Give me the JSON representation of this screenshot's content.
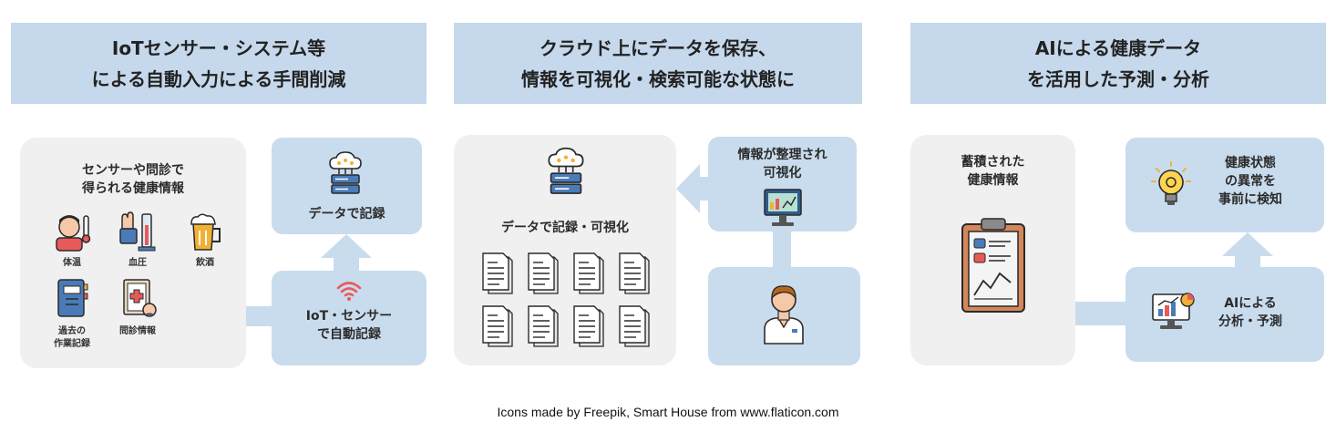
{
  "sections": [
    {
      "header": [
        "IoTセンサー・システム等",
        "による自動入力による手間削減"
      ],
      "sensor_box": {
        "title": [
          "センサーや問診で",
          "得られる健康情報"
        ],
        "items": [
          "体温",
          "血圧",
          "飲酒",
          "過去の",
          "作業記録",
          "問診情報"
        ]
      },
      "record_label": "データで記録",
      "iot_label": [
        "IoT・センサー",
        "で自動記録"
      ]
    },
    {
      "header": [
        "クラウド上にデータを保存、",
        "情報を可視化・検索可能な状態に"
      ],
      "cloud_label": "データで記録・可視化",
      "organized_label": [
        "情報が整理され",
        "可視化"
      ]
    },
    {
      "header": [
        "AIによる健康データ",
        "を活用した予測・分析"
      ],
      "stored_label": [
        "蓄積された",
        "健康情報"
      ],
      "detect_label": [
        "健康状態",
        "の異常を",
        "事前に検知"
      ],
      "ai_label": [
        "AIによる",
        "分析・予測"
      ]
    }
  ],
  "credit": "Icons made by Freepik, Smart House from www.flaticon.com",
  "colors": {
    "header_bg": "#c5d8ec",
    "box_blue": "#c9dcee",
    "box_gray": "#f0f0f0"
  },
  "icons": [
    "cloud-server-icon",
    "wifi-icon",
    "thermometer-person-icon",
    "blood-pressure-icon",
    "beer-icon",
    "notebook-icon",
    "medical-form-icon",
    "document-icon",
    "lightbulb-gear-icon",
    "monitor-chart-icon",
    "doctor-icon",
    "clipboard-chart-icon"
  ]
}
